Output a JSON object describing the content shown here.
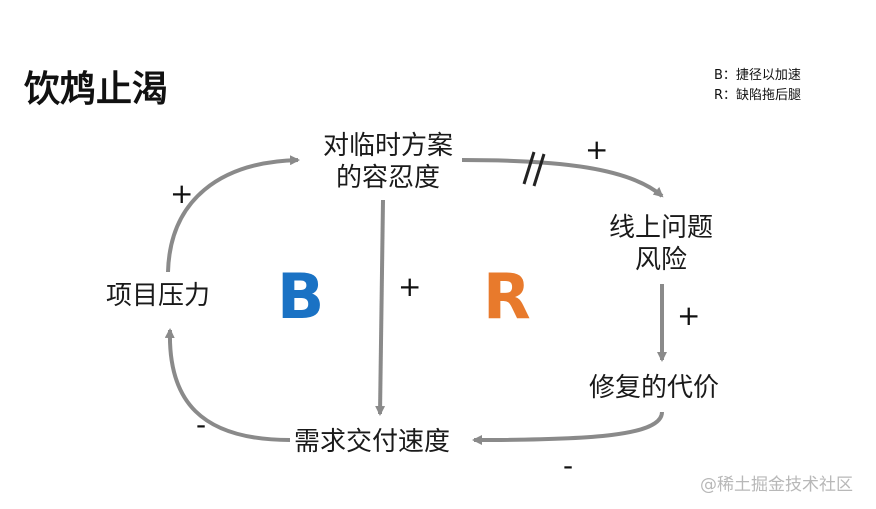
{
  "title": "饮鸩止渴",
  "legend": {
    "b_line": "B：捷径以加速",
    "r_line": "R：缺陷拖后腿"
  },
  "nodes": {
    "tolerance_line1": "对临时方案",
    "tolerance_line2": "的容忍度",
    "risk_line1": "线上问题",
    "risk_line2": "风险",
    "pressure": "项目压力",
    "fix_cost": "修复的代价",
    "delivery_speed": "需求交付速度"
  },
  "loops": {
    "balancing": "B",
    "reinforcing": "R"
  },
  "polarities": {
    "pressure_to_tolerance": "+",
    "tolerance_to_risk": "+",
    "tolerance_to_speed": "+",
    "risk_to_fix_cost": "+",
    "speed_to_pressure": "-",
    "fix_cost_to_speed": "-"
  },
  "colors": {
    "arrow": "#8a8a8a",
    "balancing_loop": "#1a72c4",
    "reinforcing_loop": "#e87a2c"
  },
  "watermark": "@稀土掘金技术社区"
}
